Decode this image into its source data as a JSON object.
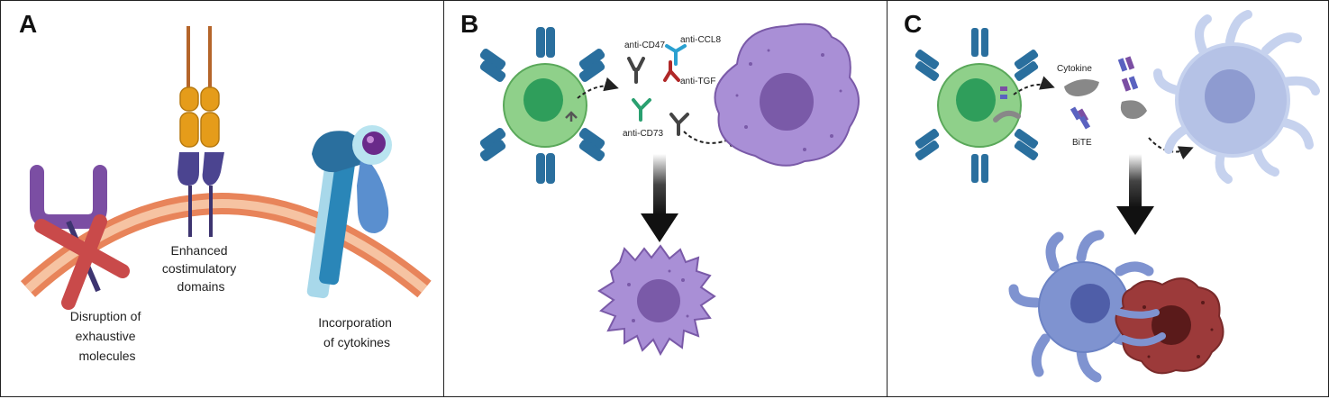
{
  "panels": [
    {
      "letter": "A",
      "labels": {
        "costim": [
          "Enhanced",
          "costimulatory",
          "domains"
        ],
        "disruption": [
          "Disruption of",
          "exhaustive",
          "molecules"
        ],
        "cytokines": [
          "Incorporation",
          "of cytokines"
        ]
      }
    },
    {
      "letter": "B",
      "labels": {
        "cd47": "anti-CD47",
        "ccl8": "anti-CCL8",
        "tgf": "anti-TGF",
        "cd73": "anti-CD73"
      }
    },
    {
      "letter": "C",
      "labels": {
        "cytokine": "Cytokine",
        "bite": "BiTE"
      }
    }
  ],
  "colors": {
    "membrane": "#e8845a",
    "membrane_inner": "#f6c3a2",
    "tcell": "#8fd08a",
    "tcell_nucleus": "#2f9e5b",
    "receptor": "#2a6f9e",
    "macrophage": "#a98fd6",
    "macrophage_nucleus": "#7a5aa8",
    "dendritic": "#7f93d0",
    "tumor": "#9c3a3a",
    "costim": "#e59c1a",
    "inhibitory": "#7b4ea3",
    "cross": "#c94a4a",
    "cytokine_receptor": "#2a86b8",
    "arrow": "#222222"
  }
}
